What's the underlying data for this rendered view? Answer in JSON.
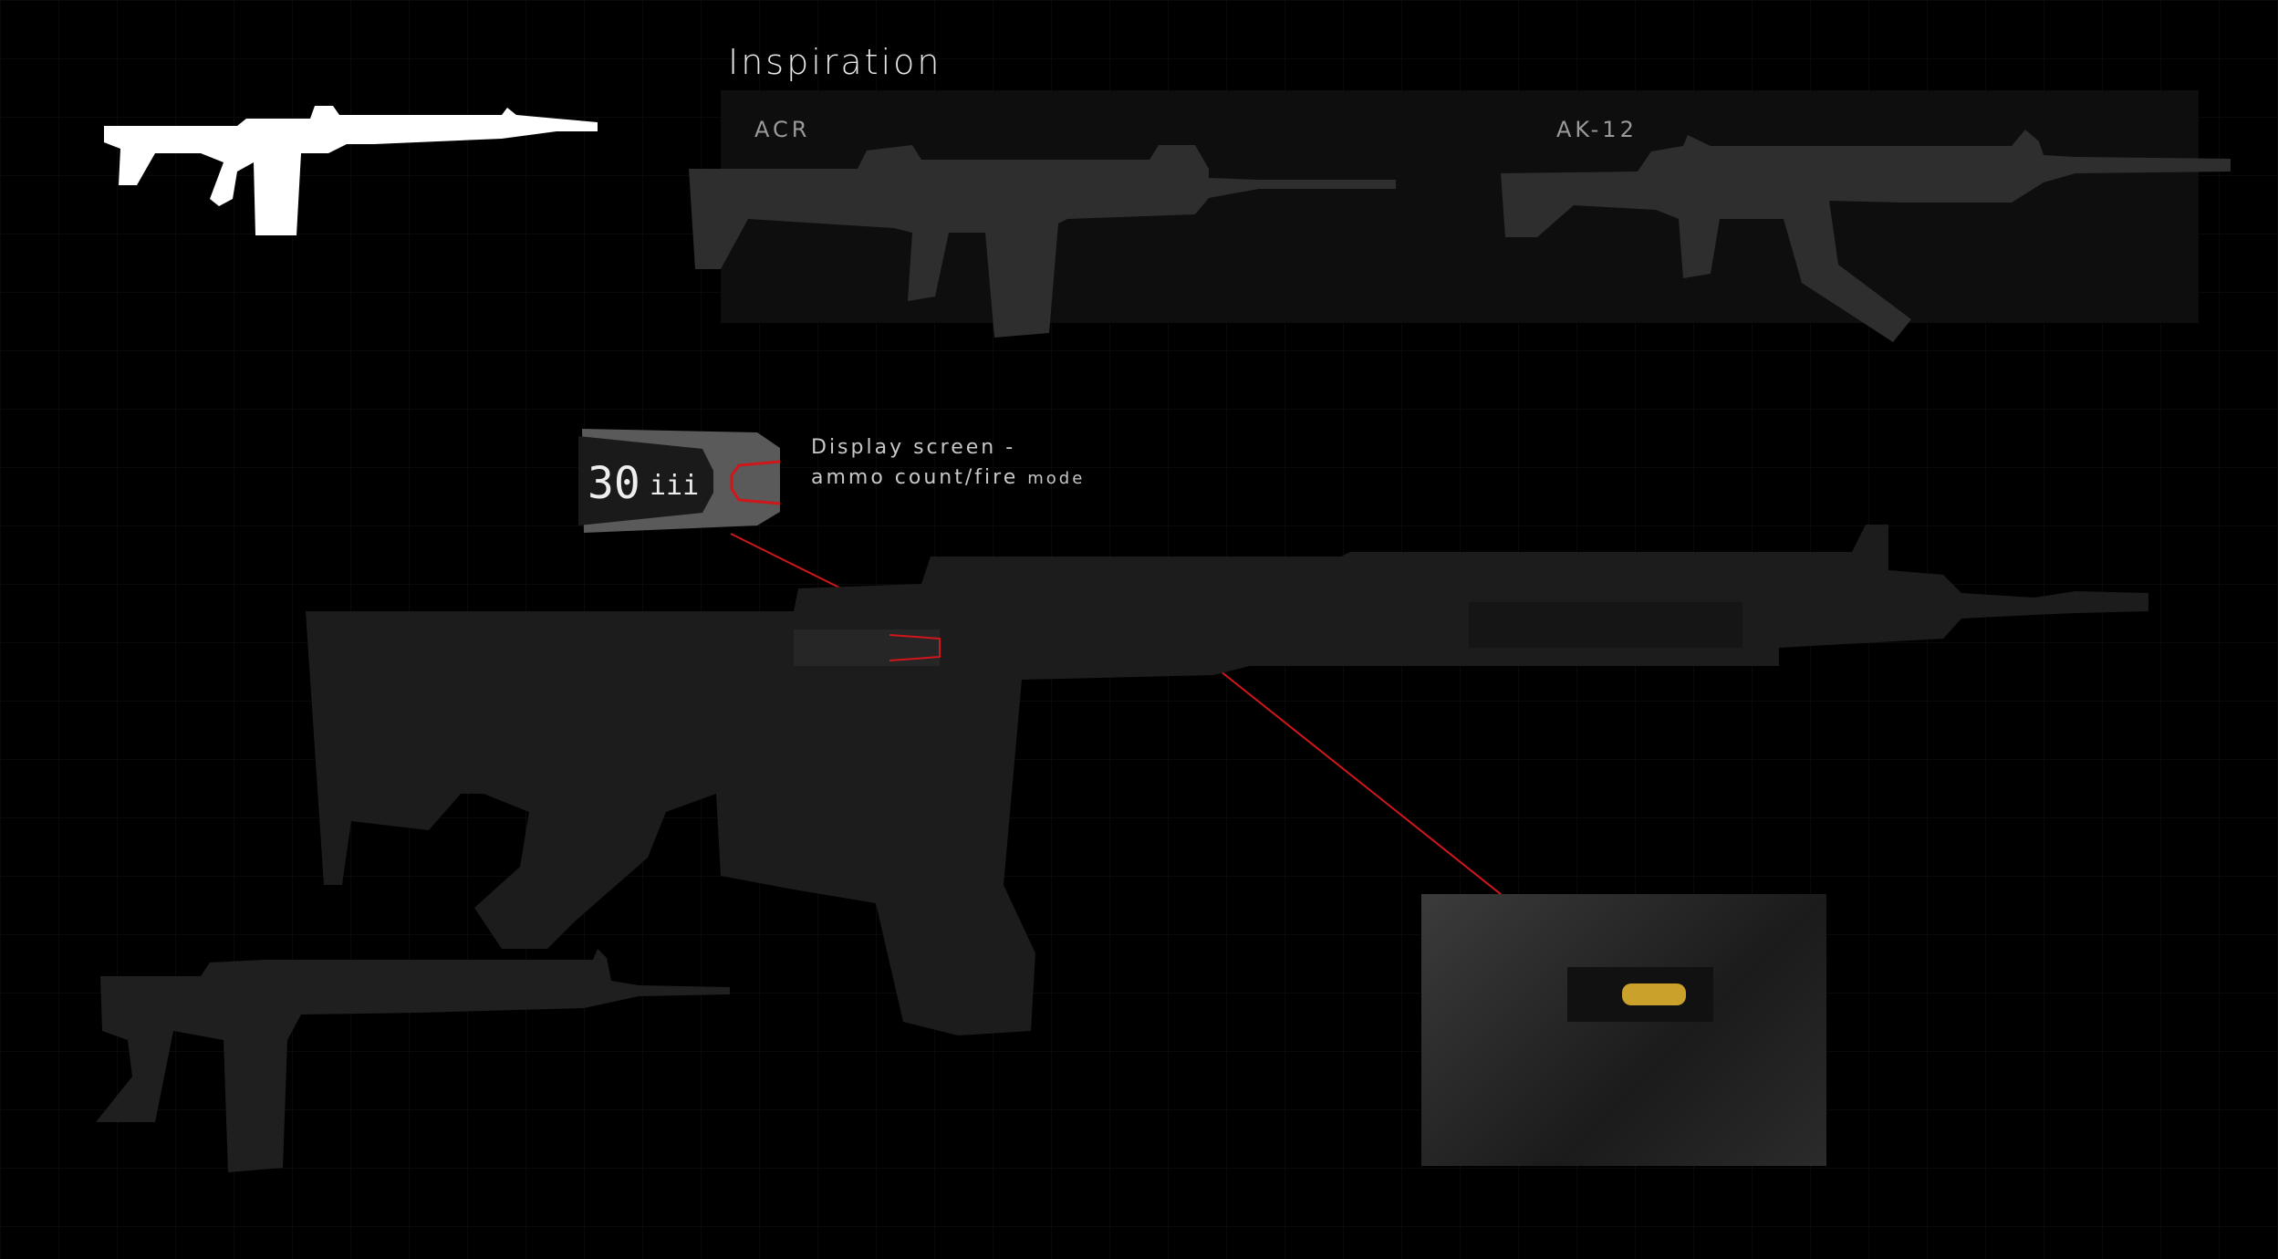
{
  "title": "Inspiration",
  "references": [
    {
      "label": "ACR"
    },
    {
      "label": "AK-12"
    }
  ],
  "callout": {
    "line1": "Display screen -",
    "line2_main": "ammo count/fire",
    "line2_small": "mode",
    "display_ammo": "30",
    "display_mode": "iii"
  },
  "colors": {
    "background": "#000000",
    "accent": "#d0161b",
    "panel": "#0e0e0e"
  }
}
